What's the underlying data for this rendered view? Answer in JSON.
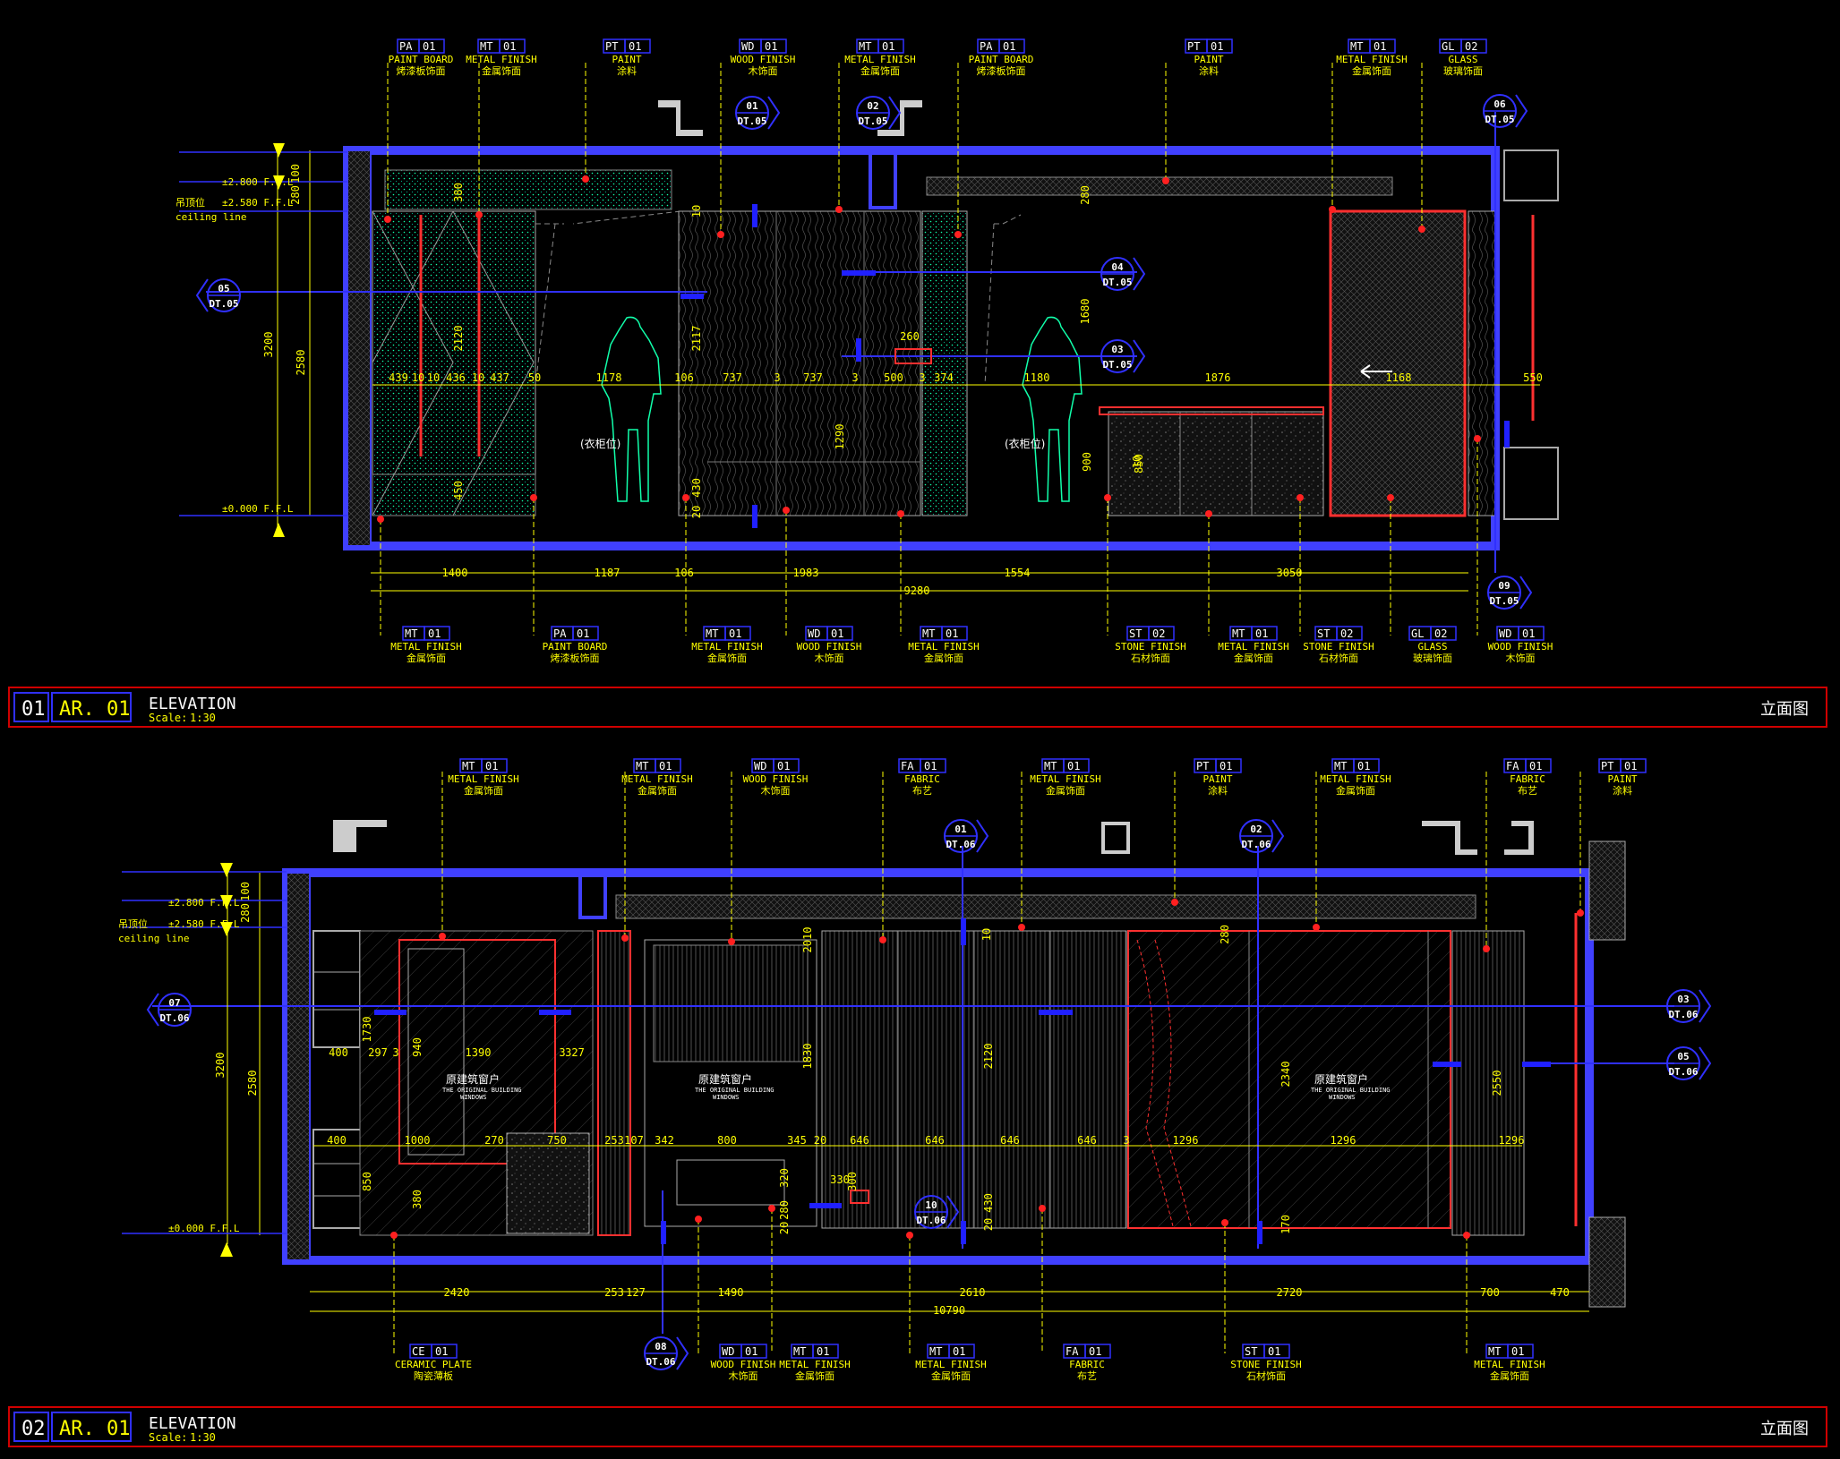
{
  "colors": {
    "background": "#000000",
    "wall": "#4040ff",
    "leader": "#ffff00",
    "accent": "#ff2020",
    "cyan": "#00c8c8",
    "frame": "#d00000"
  },
  "top": {
    "callouts_top": [
      {
        "code": "PA",
        "num": "01",
        "en": "PAINT BOARD",
        "cn": "烤漆板饰面"
      },
      {
        "code": "MT",
        "num": "01",
        "en": "METAL FINISH",
        "cn": "金属饰面"
      },
      {
        "code": "PT",
        "num": "01",
        "en": "PAINT",
        "cn": "涂料"
      },
      {
        "code": "WD",
        "num": "01",
        "en": "WOOD FINISH",
        "cn": "木饰面"
      },
      {
        "code": "MT",
        "num": "01",
        "en": "METAL FINISH",
        "cn": "金属饰面"
      },
      {
        "code": "PA",
        "num": "01",
        "en": "PAINT BOARD",
        "cn": "烤漆板饰面"
      },
      {
        "code": "PT",
        "num": "01",
        "en": "PAINT",
        "cn": "涂料"
      },
      {
        "code": "MT",
        "num": "01",
        "en": "METAL FINISH",
        "cn": "金属饰面"
      },
      {
        "code": "GL",
        "num": "02",
        "en": "GLASS",
        "cn": "玻璃饰面"
      }
    ],
    "callouts_bottom": [
      {
        "code": "MT",
        "num": "01",
        "en": "METAL FINISH",
        "cn": "金属饰面"
      },
      {
        "code": "PA",
        "num": "01",
        "en": "PAINT BOARD",
        "cn": "烤漆板饰面"
      },
      {
        "code": "MT",
        "num": "01",
        "en": "METAL FINISH",
        "cn": "金属饰面"
      },
      {
        "code": "WD",
        "num": "01",
        "en": "WOOD FINISH",
        "cn": "木饰面"
      },
      {
        "code": "MT",
        "num": "01",
        "en": "METAL FINISH",
        "cn": "金属饰面"
      },
      {
        "code": "ST",
        "num": "02",
        "en": "STONE FINISH",
        "cn": "石材饰面"
      },
      {
        "code": "MT",
        "num": "01",
        "en": "METAL FINISH",
        "cn": "金属饰面"
      },
      {
        "code": "ST",
        "num": "02",
        "en": "STONE FINISH",
        "cn": "石材饰面"
      },
      {
        "code": "GL",
        "num": "02",
        "en": "GLASS",
        "cn": "玻璃饰面"
      },
      {
        "code": "WD",
        "num": "01",
        "en": "WOOD FINISH",
        "cn": "木饰面"
      }
    ],
    "sections": [
      {
        "num": "01",
        "ref": "DT.05"
      },
      {
        "num": "02",
        "ref": "DT.05"
      },
      {
        "num": "06",
        "ref": "DT.05"
      },
      {
        "num": "05",
        "ref": "DT.05"
      },
      {
        "num": "04",
        "ref": "DT.05"
      },
      {
        "num": "03",
        "ref": "DT.05"
      },
      {
        "num": "09",
        "ref": "DT.05"
      }
    ],
    "levels": {
      "l1": "±2.800 F.F.L",
      "l2": "吊顶位",
      "l3": "±2.580 F.F.L",
      "l4": "ceiling line",
      "l5": "±0.000 F.F.L"
    },
    "v_dims": [
      "100",
      "280",
      "3200",
      "2580",
      "380",
      "2120",
      "1680",
      "280",
      "2117",
      "10",
      "450",
      "1290",
      "430",
      "20",
      "10",
      "850",
      "900"
    ],
    "h_dims_mid": [
      "439",
      "10",
      "10",
      "436",
      "10",
      "437",
      "50",
      "1178",
      "106",
      "737",
      "3",
      "737",
      "3",
      "500",
      "3",
      "374",
      "1180",
      "1876",
      "1168",
      "550",
      "260"
    ],
    "h_dims_bottom": [
      "1400",
      "1187",
      "106",
      "1983",
      "1554",
      "3050"
    ],
    "total": "9280",
    "notes": [
      "(衣柜位)",
      "(衣柜位)"
    ],
    "titleblock": {
      "num": "01",
      "ar": "AR. 01",
      "title": "ELEVATION",
      "scale_label": "Scale:",
      "scale": "1:30",
      "cn": "立面图"
    }
  },
  "bottom": {
    "callouts_top": [
      {
        "code": "MT",
        "num": "01",
        "en": "METAL FINISH",
        "cn": "金属饰面"
      },
      {
        "code": "MT",
        "num": "01",
        "en": "METAL FINISH",
        "cn": "金属饰面"
      },
      {
        "code": "WD",
        "num": "01",
        "en": "WOOD FINISH",
        "cn": "木饰面"
      },
      {
        "code": "FA",
        "num": "01",
        "en": "FABRIC",
        "cn": "布艺"
      },
      {
        "code": "MT",
        "num": "01",
        "en": "METAL FINISH",
        "cn": "金属饰面"
      },
      {
        "code": "PT",
        "num": "01",
        "en": "PAINT",
        "cn": "涂料"
      },
      {
        "code": "MT",
        "num": "01",
        "en": "METAL FINISH",
        "cn": "金属饰面"
      },
      {
        "code": "FA",
        "num": "01",
        "en": "FABRIC",
        "cn": "布艺"
      },
      {
        "code": "PT",
        "num": "01",
        "en": "PAINT",
        "cn": "涂料"
      }
    ],
    "callouts_bottom": [
      {
        "code": "CE",
        "num": "01",
        "en": "CERAMIC PLATE",
        "cn": "陶瓷薄板"
      },
      {
        "code": "WD",
        "num": "01",
        "en": "WOOD FINISH",
        "cn": "木饰面"
      },
      {
        "code": "MT",
        "num": "01",
        "en": "METAL FINISH",
        "cn": "金属饰面"
      },
      {
        "code": "MT",
        "num": "01",
        "en": "METAL FINISH",
        "cn": "金属饰面"
      },
      {
        "code": "FA",
        "num": "01",
        "en": "FABRIC",
        "cn": "布艺"
      },
      {
        "code": "ST",
        "num": "01",
        "en": "STONE FINISH",
        "cn": "石材饰面"
      },
      {
        "code": "MT",
        "num": "01",
        "en": "METAL FINISH",
        "cn": "金属饰面"
      }
    ],
    "sections": [
      {
        "num": "01",
        "ref": "DT.06"
      },
      {
        "num": "02",
        "ref": "DT.06"
      },
      {
        "num": "07",
        "ref": "DT.06"
      },
      {
        "num": "03",
        "ref": "DT.06"
      },
      {
        "num": "05",
        "ref": "DT.06"
      },
      {
        "num": "10",
        "ref": "DT.06"
      },
      {
        "num": "08",
        "ref": "DT.06"
      }
    ],
    "levels": {
      "l1": "±2.800 F.F.L",
      "l2": "吊顶位",
      "l3": "±2.580 F.F.L",
      "l4": "ceiling line",
      "l5": "±0.000 F.F.L"
    },
    "v_dims": [
      "100",
      "280",
      "3200",
      "2580",
      "1730",
      "940",
      "850",
      "380",
      "2010",
      "10",
      "1830",
      "2120",
      "2340",
      "2550",
      "170",
      "20",
      "300",
      "430",
      "320",
      "280",
      "20",
      "280"
    ],
    "h_dims_mid": [
      "400",
      "297",
      "3",
      "1390",
      "3",
      "327",
      "400",
      "1000",
      "270",
      "750",
      "253",
      "107",
      "342",
      "800",
      "345",
      "20",
      "646",
      "646",
      "646",
      "646",
      "3",
      "1296",
      "1296",
      "1296",
      "330"
    ],
    "h_dims_bottom": [
      "2420",
      "253",
      "127",
      "1490",
      "2610",
      "2720",
      "700",
      "470"
    ],
    "total": "10790",
    "notes": [
      {
        "cn": "原建筑窗户",
        "en1": "THE ORIGINAL BUILDING",
        "en2": "WINDOWS"
      },
      {
        "cn": "原建筑窗户",
        "en1": "THE ORIGINAL BUILDING",
        "en2": "WINDOWS"
      },
      {
        "cn": "原建筑窗户",
        "en1": "THE ORIGINAL BUILDING",
        "en2": "WINDOWS"
      }
    ],
    "titleblock": {
      "num": "02",
      "ar": "AR. 01",
      "title": "ELEVATION",
      "scale_label": "Scale:",
      "scale": "1:30",
      "cn": "立面图"
    }
  }
}
